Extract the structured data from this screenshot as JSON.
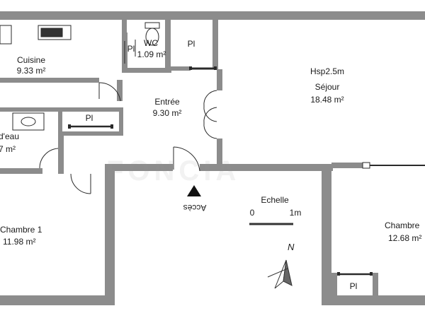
{
  "rooms": {
    "cuisine": {
      "name": "Cuisine",
      "area": "9.33 m²"
    },
    "wc": {
      "name": "WC",
      "area": "1.09 m²"
    },
    "pl_wc": {
      "name": "Pl"
    },
    "pl_top": {
      "name": "Pl"
    },
    "sejour": {
      "height_note": "Hsp2.5m",
      "name": "Séjour",
      "area": "18.48 m²"
    },
    "entree": {
      "name": "Entrée",
      "area": "9.30 m²"
    },
    "salle_eau": {
      "name": "d'eau",
      "area": "7 m²"
    },
    "pl_mid": {
      "name": "Pl"
    },
    "chambre1": {
      "name": "Chambre 1",
      "area": "11.98 m²"
    },
    "chambre2": {
      "name": "Chambre",
      "area": "12.68 m²"
    },
    "pl_bottom": {
      "name": "Pl"
    }
  },
  "annotations": {
    "acces": "Accès",
    "scale_title": "Echelle",
    "scale_start": "0",
    "scale_end": "1m",
    "north": "N"
  },
  "watermark": "FONCIA",
  "colors": {
    "wall": "#8c8c8c",
    "line": "#2a2a2a",
    "background": "#ffffff"
  }
}
